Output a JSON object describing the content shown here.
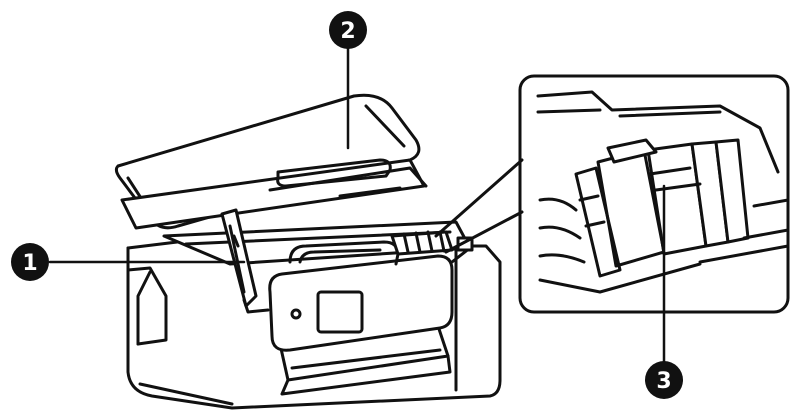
{
  "callouts": [
    {
      "number": "1"
    },
    {
      "number": "2"
    },
    {
      "number": "3"
    }
  ],
  "colors": {
    "outline": "#111111",
    "body": "#ffffff",
    "callout_fill": "#111111",
    "callout_text": "#ffffff",
    "panel": "#f2f2f2"
  }
}
